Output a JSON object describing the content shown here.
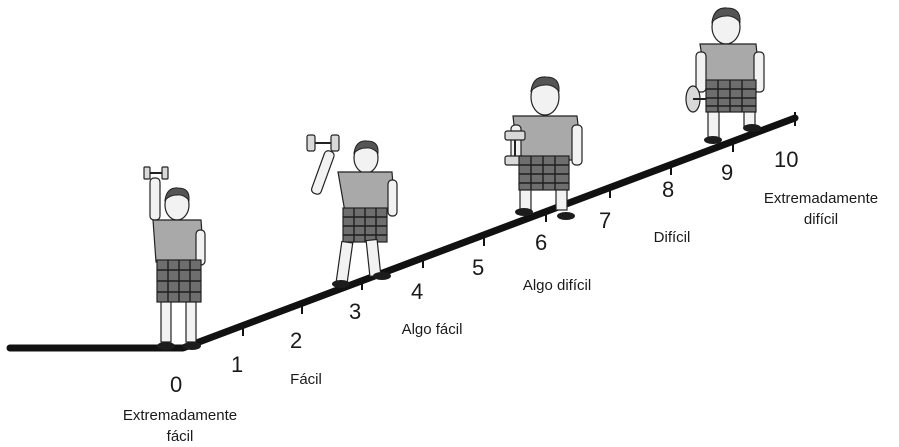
{
  "scale": {
    "ticks": [
      "0",
      "1",
      "2",
      "3",
      "4",
      "5",
      "6",
      "7",
      "8",
      "9",
      "10"
    ],
    "descriptors": {
      "d0_line1": "Extremadamente",
      "d0_line2": "fácil",
      "d2": "Fácil",
      "d4": "Algo fácil",
      "d6": "Algo difícil",
      "d8": "Difícil",
      "d10_line1": "Extremadamente",
      "d10_line2": "difícil"
    }
  },
  "figures": [
    {
      "name": "figure-at-0",
      "pose": "arm-overhead"
    },
    {
      "name": "figure-at-3",
      "pose": "arm-overhead-stepping"
    },
    {
      "name": "figure-at-6",
      "pose": "dumbbell-at-side"
    },
    {
      "name": "figure-at-9",
      "pose": "dumbbell-at-side-stepping"
    }
  ]
}
